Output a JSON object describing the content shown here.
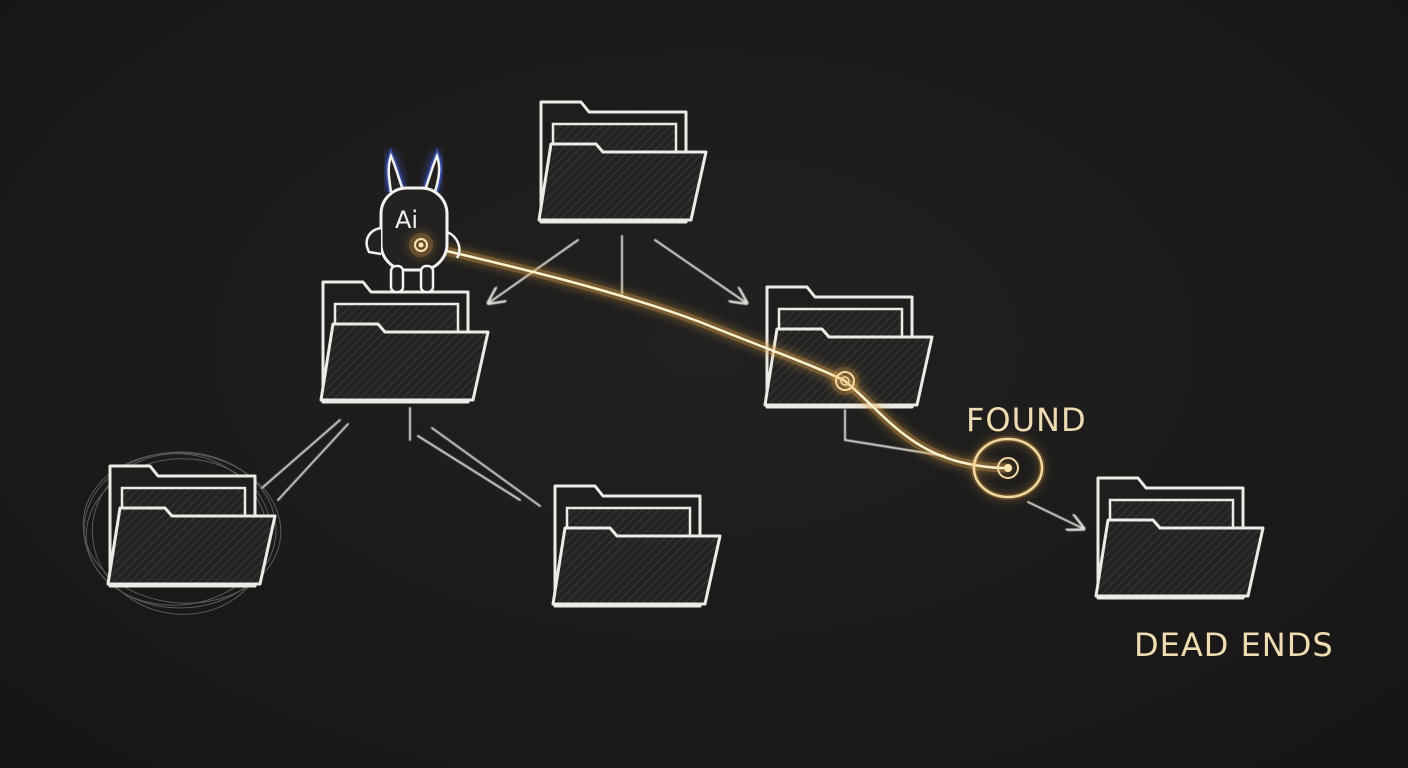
{
  "labels": {
    "found": "FOUND",
    "dead_ends": "DEAD ENDS",
    "agent": "Ai"
  },
  "colors": {
    "background": "#1b1a19",
    "chalk": "#ecebe6",
    "highlight": "#f3d9a0",
    "glow": "#e0a448",
    "robot_ear": "#4a6cff"
  },
  "icons": {
    "folder": "folder-icon",
    "agent": "robot-icon",
    "target": "target-marker-icon"
  }
}
